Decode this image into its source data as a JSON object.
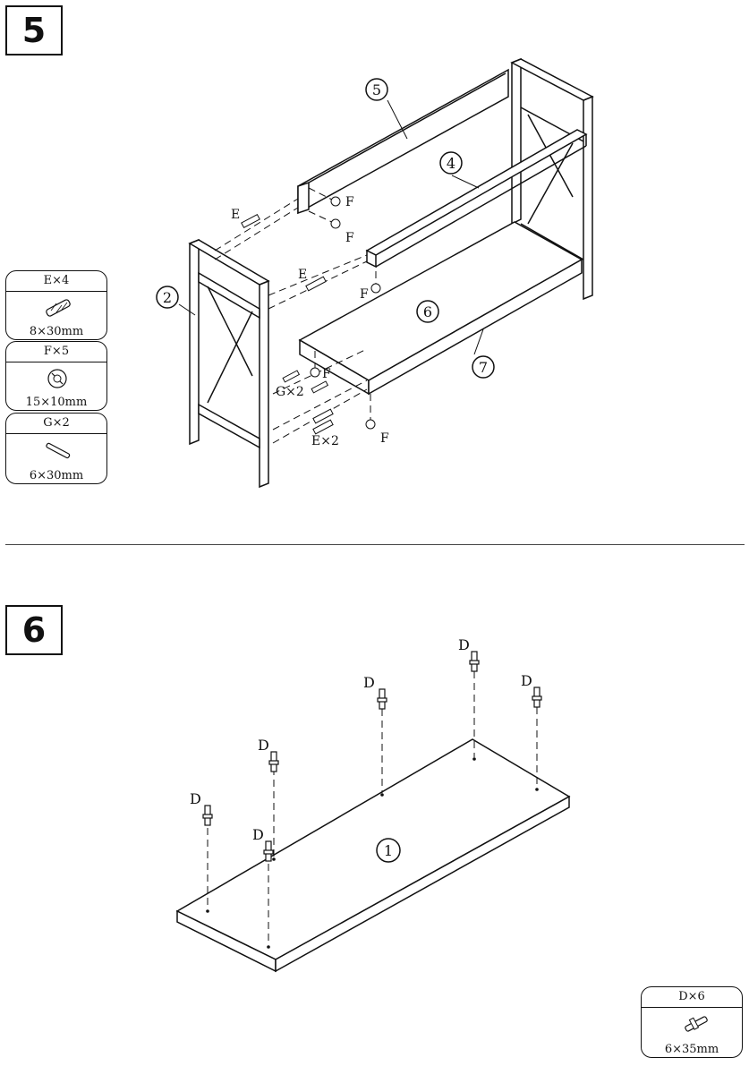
{
  "step5": {
    "number": "5",
    "callouts": {
      "part2": "2",
      "part4": "4",
      "part5": "5",
      "part6": "6",
      "part7": "7"
    },
    "labels": {
      "e": "E",
      "e2": "E",
      "f": "F",
      "g2": "G×2",
      "ex2": "E×2"
    },
    "hardware": [
      {
        "code": "E×4",
        "size": "8×30mm",
        "icon": "dowel-icon"
      },
      {
        "code": "F×5",
        "size": "15×10mm",
        "icon": "cam-lock-icon"
      },
      {
        "code": "G×2",
        "size": "6×30mm",
        "icon": "small-dowel-icon"
      }
    ]
  },
  "step6": {
    "number": "6",
    "callouts": {
      "part1": "1"
    },
    "labels": {
      "d": "D"
    },
    "hardware": [
      {
        "code": "D×6",
        "size": "6×35mm",
        "icon": "cam-bolt-icon"
      }
    ]
  }
}
